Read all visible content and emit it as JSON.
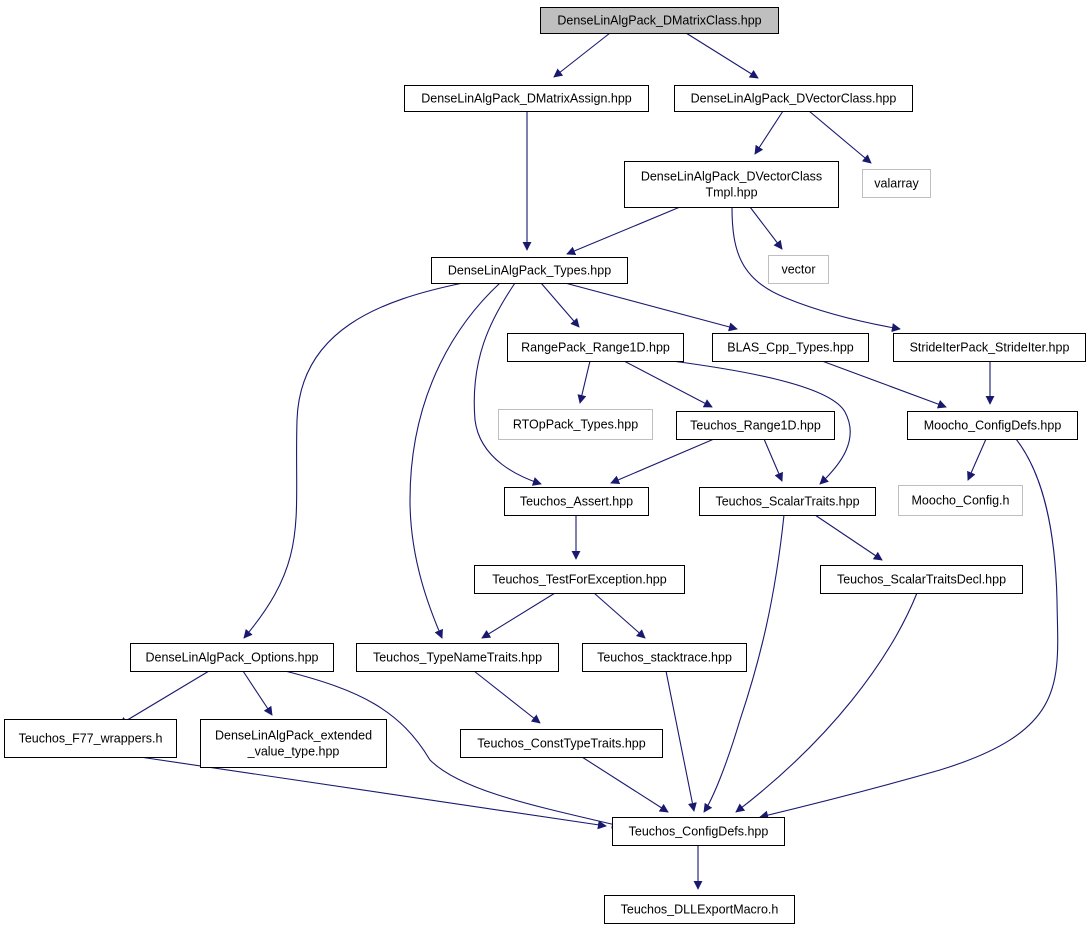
{
  "colors": {
    "edge": "#191970",
    "node_border": "#000000",
    "external_border": "#bfbfbf",
    "external_text": "#000000",
    "root_fill": "#bfbfbf",
    "node_fill": "#ffffff"
  },
  "nodes": {
    "dmatrix_class": {
      "lines": [
        "DenseLinAlgPack_DMatrixClass.hpp"
      ],
      "kind": "root"
    },
    "dmatrix_assign": {
      "lines": [
        "DenseLinAlgPack_DMatrixAssign.hpp"
      ],
      "kind": "internal"
    },
    "dvector_class": {
      "lines": [
        "DenseLinAlgPack_DVectorClass.hpp"
      ],
      "kind": "internal"
    },
    "dvector_tmpl": {
      "lines": [
        "DenseLinAlgPack_DVectorClass",
        "Tmpl.hpp"
      ],
      "kind": "internal"
    },
    "valarray": {
      "lines": [
        "valarray"
      ],
      "kind": "external"
    },
    "vector": {
      "lines": [
        "vector"
      ],
      "kind": "external"
    },
    "types": {
      "lines": [
        "DenseLinAlgPack_Types.hpp"
      ],
      "kind": "internal"
    },
    "range1d": {
      "lines": [
        "RangePack_Range1D.hpp"
      ],
      "kind": "internal"
    },
    "blas_types": {
      "lines": [
        "BLAS_Cpp_Types.hpp"
      ],
      "kind": "internal"
    },
    "strideiter": {
      "lines": [
        "StrideIterPack_StrideIter.hpp"
      ],
      "kind": "internal"
    },
    "rtop_types": {
      "lines": [
        "RTOpPack_Types.hpp"
      ],
      "kind": "external"
    },
    "teuchos_range1d": {
      "lines": [
        "Teuchos_Range1D.hpp"
      ],
      "kind": "internal"
    },
    "moocho_configdefs": {
      "lines": [
        "Moocho_ConfigDefs.hpp"
      ],
      "kind": "internal"
    },
    "teuchos_assert": {
      "lines": [
        "Teuchos_Assert.hpp"
      ],
      "kind": "internal"
    },
    "scalartraits": {
      "lines": [
        "Teuchos_ScalarTraits.hpp"
      ],
      "kind": "internal"
    },
    "moocho_config": {
      "lines": [
        "Moocho_Config.h"
      ],
      "kind": "external"
    },
    "testforexception": {
      "lines": [
        "Teuchos_TestForException.hpp"
      ],
      "kind": "internal"
    },
    "scalartraitsdecl": {
      "lines": [
        "Teuchos_ScalarTraitsDecl.hpp"
      ],
      "kind": "internal"
    },
    "options": {
      "lines": [
        "DenseLinAlgPack_Options.hpp"
      ],
      "kind": "internal"
    },
    "typenametraits": {
      "lines": [
        "Teuchos_TypeNameTraits.hpp"
      ],
      "kind": "internal"
    },
    "stacktrace": {
      "lines": [
        "Teuchos_stacktrace.hpp"
      ],
      "kind": "internal"
    },
    "f77_wrappers": {
      "lines": [
        "Teuchos_F77_wrappers.h"
      ],
      "kind": "internal"
    },
    "extended_value": {
      "lines": [
        "DenseLinAlgPack_extended",
        "_value_type.hpp"
      ],
      "kind": "internal"
    },
    "consttypetraits": {
      "lines": [
        "Teuchos_ConstTypeTraits.hpp"
      ],
      "kind": "internal"
    },
    "teuchos_configdefs": {
      "lines": [
        "Teuchos_ConfigDefs.hpp"
      ],
      "kind": "internal"
    },
    "dllexport": {
      "lines": [
        "Teuchos_DLLExportMacro.h"
      ],
      "kind": "internal"
    }
  },
  "edges": [
    [
      "dmatrix_class",
      "dmatrix_assign"
    ],
    [
      "dmatrix_class",
      "dvector_class"
    ],
    [
      "dmatrix_assign",
      "types"
    ],
    [
      "dvector_class",
      "dvector_tmpl"
    ],
    [
      "dvector_class",
      "valarray"
    ],
    [
      "dvector_tmpl",
      "types"
    ],
    [
      "dvector_tmpl",
      "vector"
    ],
    [
      "dvector_tmpl",
      "strideiter"
    ],
    [
      "types",
      "range1d"
    ],
    [
      "types",
      "blas_types"
    ],
    [
      "types",
      "teuchos_assert"
    ],
    [
      "types",
      "typenametraits"
    ],
    [
      "types",
      "options"
    ],
    [
      "range1d",
      "rtop_types"
    ],
    [
      "range1d",
      "teuchos_range1d"
    ],
    [
      "range1d",
      "scalartraits"
    ],
    [
      "blas_types",
      "moocho_configdefs"
    ],
    [
      "strideiter",
      "moocho_configdefs"
    ],
    [
      "teuchos_range1d",
      "teuchos_assert"
    ],
    [
      "teuchos_range1d",
      "scalartraits"
    ],
    [
      "moocho_configdefs",
      "moocho_config"
    ],
    [
      "moocho_configdefs",
      "teuchos_configdefs"
    ],
    [
      "teuchos_assert",
      "testforexception"
    ],
    [
      "scalartraits",
      "scalartraitsdecl"
    ],
    [
      "scalartraits",
      "teuchos_configdefs"
    ],
    [
      "testforexception",
      "typenametraits"
    ],
    [
      "testforexception",
      "stacktrace"
    ],
    [
      "scalartraitsdecl",
      "teuchos_configdefs"
    ],
    [
      "options",
      "f77_wrappers"
    ],
    [
      "options",
      "extended_value"
    ],
    [
      "options",
      "teuchos_configdefs"
    ],
    [
      "typenametraits",
      "consttypetraits"
    ],
    [
      "stacktrace",
      "teuchos_configdefs"
    ],
    [
      "f77_wrappers",
      "teuchos_configdefs"
    ],
    [
      "consttypetraits",
      "teuchos_configdefs"
    ],
    [
      "teuchos_configdefs",
      "dllexport"
    ]
  ]
}
